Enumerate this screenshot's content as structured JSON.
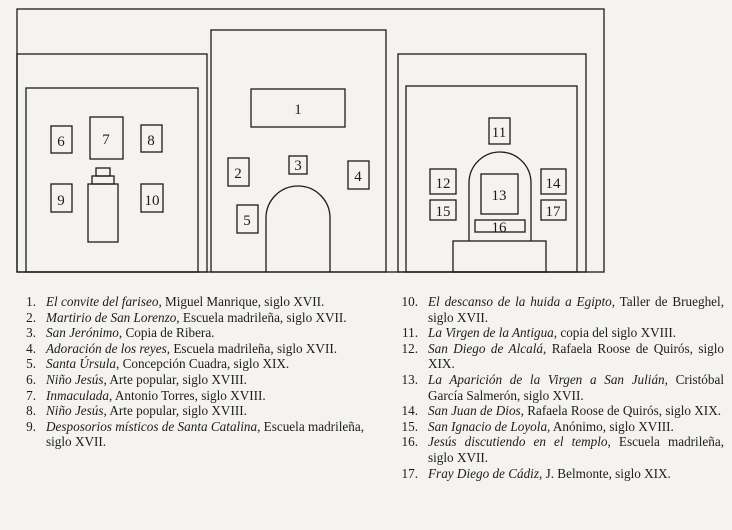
{
  "diagram": {
    "labels": [
      "1",
      "2",
      "3",
      "4",
      "5",
      "6",
      "7",
      "8",
      "9",
      "10",
      "11",
      "12",
      "13",
      "14",
      "15",
      "16",
      "17"
    ]
  },
  "legend": {
    "left": [
      {
        "num": "1.",
        "title": "El convite del fariseo",
        "rest": ", Miguel Manrique, siglo XVII."
      },
      {
        "num": "2.",
        "title": "Martirio de San Lorenzo",
        "rest": ", Escuela madrileña, siglo XVII."
      },
      {
        "num": "3.",
        "title": "San Jerónimo",
        "rest": ", Copia de Ribera."
      },
      {
        "num": "4.",
        "title": "Adoración de los reyes",
        "rest": ", Escuela madrileña, siglo XVII."
      },
      {
        "num": "5.",
        "title": "Santa Úrsula",
        "rest": ", Concepción Cuadra, siglo XIX."
      },
      {
        "num": "6.",
        "title": "Niño Jesús",
        "rest": ", Arte popular, siglo XVIII."
      },
      {
        "num": "7.",
        "title": "Inmaculada",
        "rest": ", Antonio Torres, siglo XVIII."
      },
      {
        "num": "8.",
        "title": "Niño Jesús",
        "rest": ", Arte popular, siglo XVIII."
      },
      {
        "num": "9.",
        "title": "Desposorios místicos de Santa Catalina",
        "rest": ", Escuela madrileña, siglo XVII."
      }
    ],
    "right": [
      {
        "num": "10.",
        "title": "El descanso de la huida a Egipto",
        "rest": ", Taller de Brueghel, siglo XVII."
      },
      {
        "num": "11.",
        "title": "La Virgen de la Antigua",
        "rest": ", copia del siglo XVIII."
      },
      {
        "num": "12.",
        "title": "San Diego de Alcalá",
        "rest": ", Rafaela Roose de Quirós, siglo XIX."
      },
      {
        "num": "13.",
        "title": "La Aparición de la Virgen a San Julián",
        "rest": ", Cristóbal García Salmerón, siglo XVII."
      },
      {
        "num": "14.",
        "title": "San Juan de Dios",
        "rest": ", Rafaela Roose de Quirós, siglo XIX."
      },
      {
        "num": "15.",
        "title": "San Ignacio de Loyola",
        "rest": ", Anónimo, siglo XVIII."
      },
      {
        "num": "16.",
        "title": "Jesús discutiendo en el templo",
        "rest": ", Escuela madrileña, siglo XVII."
      },
      {
        "num": "17.",
        "title": "Fray Diego de Cádiz",
        "rest": ", J. Belmonte, siglo XIX."
      }
    ]
  }
}
